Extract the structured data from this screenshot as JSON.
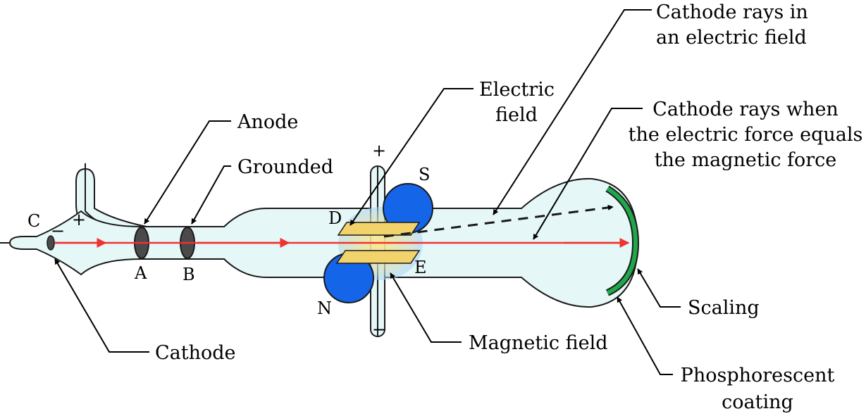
{
  "colors": {
    "glass": "#e6f7f7",
    "beam": "#ee3333",
    "plate": "#f2d36b",
    "magnet": "#1565e8",
    "coating": "#1fa84a",
    "field_glow": "#ffe98a",
    "magnetic_glow": "#a9d6f5"
  },
  "labels": {
    "rays_electric_l1": "Cathode rays in",
    "rays_electric_l2": "an electric field",
    "electric_field_l1": "Electric",
    "electric_field_l2": "field",
    "rays_equal_l1": "Cathode rays when",
    "rays_equal_l2": "the electric force equals",
    "rays_equal_l3": "the magnetic force",
    "anode": "Anode",
    "grounded": "Grounded",
    "cathode": "Cathode",
    "magnetic_field": "Magnetic field",
    "scaling": "Scaling",
    "phosphor_l1": "Phosphorescent",
    "phosphor_l2": "coating"
  },
  "letters": {
    "c": "C",
    "a": "A",
    "b": "B",
    "d": "D",
    "e": "E",
    "s": "S",
    "n": "N"
  },
  "signs": {
    "cathode_minus": "−",
    "anode_plus": "+",
    "plate_top_plus": "+",
    "plate_bottom_minus": "−"
  },
  "icons": {
    "cathode": "cathode-disc-icon",
    "anode": "anode-disc-icon",
    "grounded": "grounded-disc-icon",
    "magnet_s": "magnet-pole-s-icon",
    "magnet_n": "magnet-pole-n-icon",
    "plates": "deflection-plate-icon"
  }
}
